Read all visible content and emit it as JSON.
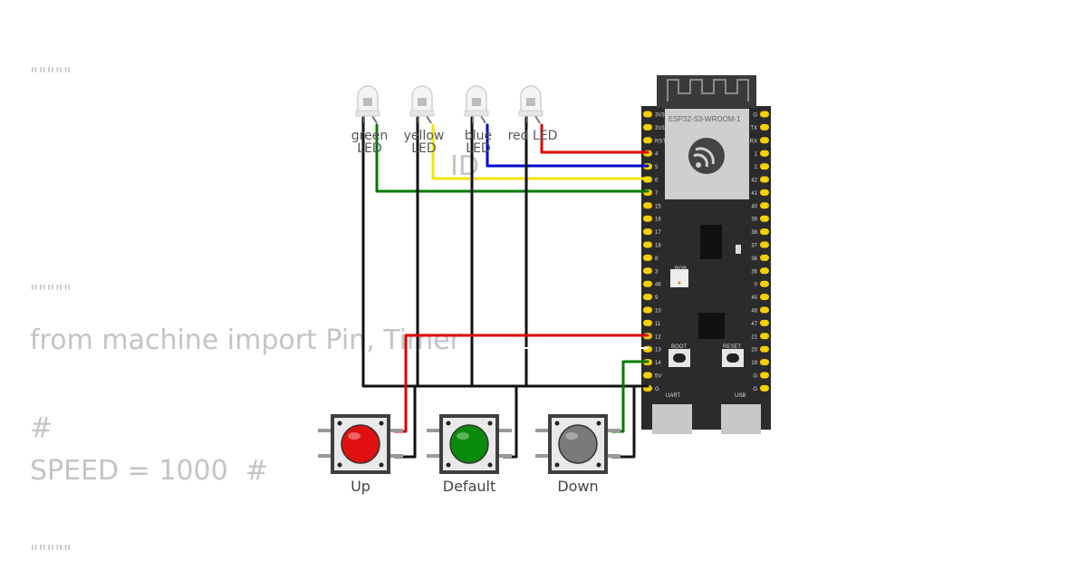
{
  "code": {
    "quote1": "\"\"\"\"\"",
    "quote2": "\"\"\"\"\"",
    "import_line": "from machine import Pin, Timer",
    "hash": "#",
    "speed_line": "SPEED = 1000  #",
    "quote3": "\"\"\"\"\"",
    "stray": "ID"
  },
  "board": {
    "module_label": "ESP32-S3-WROOM-1",
    "rgb_label": "RGB",
    "boot_label": "BOOT",
    "reset_label": "RESET",
    "uart_label": "UART",
    "usb_label": "USB",
    "left_pins": [
      "3V3",
      "3V3",
      "RST",
      "4",
      "5",
      "6",
      "7",
      "15",
      "16",
      "17",
      "18",
      "8",
      "3",
      "46",
      "9",
      "10",
      "11",
      "12",
      "13",
      "14",
      "5V",
      "G"
    ],
    "right_pins": [
      "G",
      "TX",
      "RX",
      "1",
      "2",
      "42",
      "41",
      "40",
      "39",
      "38",
      "37",
      "36",
      "35",
      "0",
      "45",
      "48",
      "47",
      "21",
      "20",
      "19",
      "G",
      "G"
    ]
  },
  "leds": [
    {
      "label_top": "green",
      "label_bottom": "LED",
      "color": "#007a00"
    },
    {
      "label_top": "yellow",
      "label_bottom": "LED",
      "color": "#f2e600"
    },
    {
      "label_top": "blue",
      "label_bottom": "LED",
      "color": "#0000cc"
    },
    {
      "label_top": "red",
      "label_bottom": "LED",
      "color": "#dd0000"
    }
  ],
  "buttons": [
    {
      "label": "Up",
      "cap_color": "#e01010"
    },
    {
      "label": "Default",
      "cap_color": "#0a8a0a"
    },
    {
      "label": "Down",
      "cap_color": "#7a7a7a"
    }
  ],
  "colors": {
    "wire_black": "#111111",
    "wire_red": "#dd0000",
    "wire_green": "#007a00",
    "wire_yellow": "#f2e600",
    "wire_blue": "#0000cc",
    "pin_gold": "#f5d000",
    "board": "#2b2b2b"
  }
}
